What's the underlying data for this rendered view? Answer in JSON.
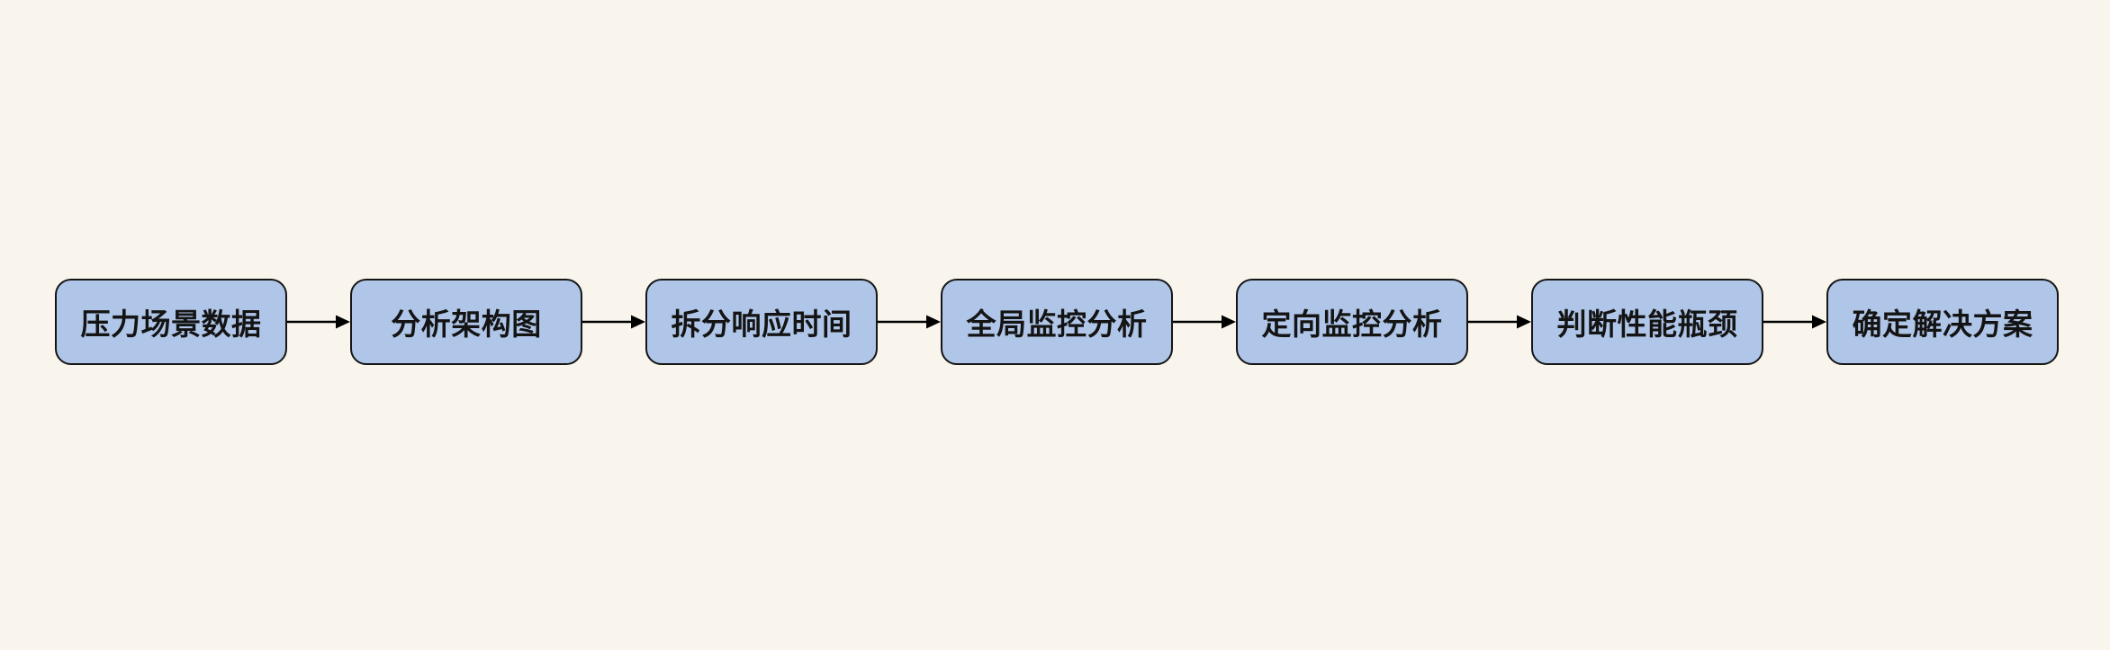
{
  "diagram": {
    "type": "flowchart",
    "direction": "left-to-right",
    "colors": {
      "background": "#f9f5ec",
      "node_fill": "#b0c6e8",
      "node_border": "#151515",
      "text": "#141414",
      "arrow": "#000000"
    },
    "nodes": [
      {
        "label": "压力场景数据"
      },
      {
        "label": "分析架构图"
      },
      {
        "label": "拆分响应时间"
      },
      {
        "label": "全局监控分析"
      },
      {
        "label": "定向监控分析"
      },
      {
        "label": "判断性能瓶颈"
      },
      {
        "label": "确定解决方案"
      }
    ],
    "connections": [
      {
        "from": "压力场景数据",
        "to": "分析架构图"
      },
      {
        "from": "分析架构图",
        "to": "拆分响应时间"
      },
      {
        "from": "拆分响应时间",
        "to": "全局监控分析"
      },
      {
        "from": "全局监控分析",
        "to": "定向监控分析"
      },
      {
        "from": "定向监控分析",
        "to": "判断性能瓶颈"
      },
      {
        "from": "判断性能瓶颈",
        "to": "确定解决方案"
      }
    ]
  }
}
